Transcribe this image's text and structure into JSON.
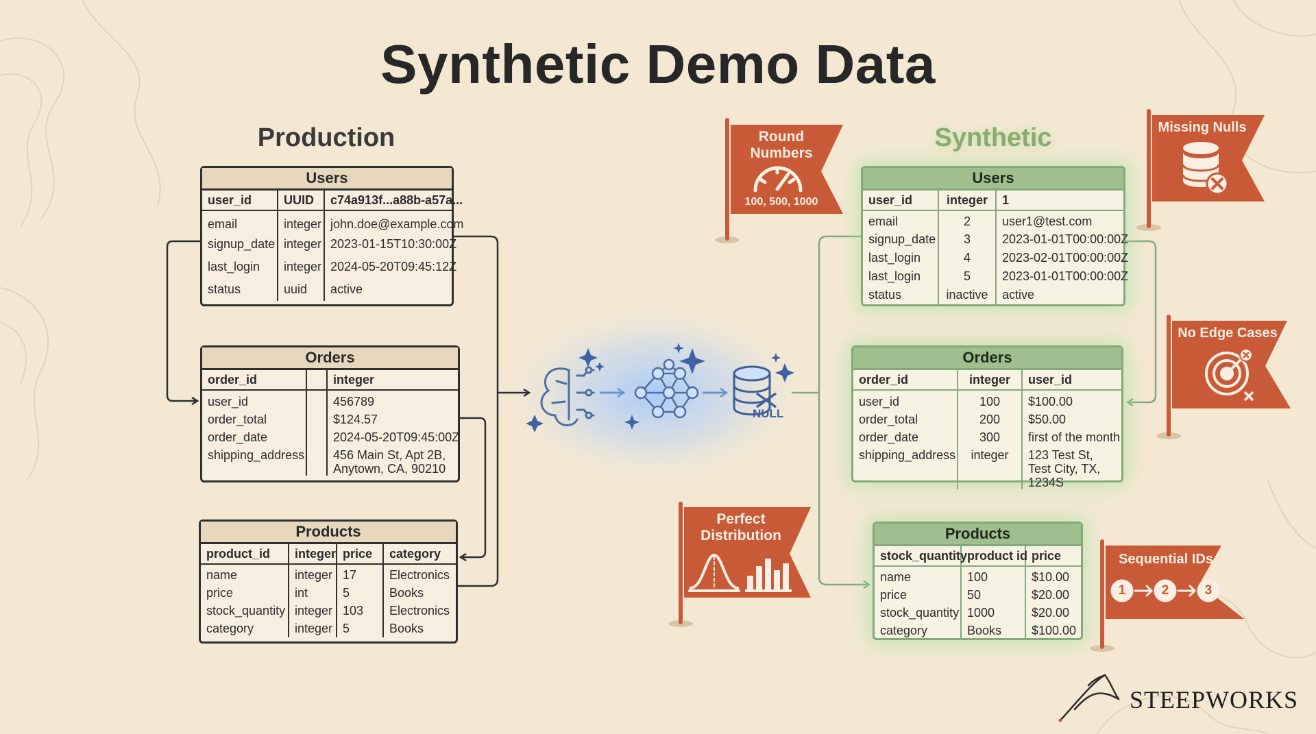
{
  "title": "Synthetic Demo Data",
  "production": {
    "title": "Production",
    "users": {
      "title": "Users",
      "header": [
        "user_id",
        "UUID",
        "c74a913f...a88b-a57a..."
      ],
      "rows": [
        [
          "email",
          "integer",
          "john.doe@example.com"
        ],
        [
          "signup_date",
          "integer",
          "2023-01-15T10:30:00Z"
        ],
        [
          "last_login",
          "integer",
          "2024-05-20T09:45:12Z"
        ],
        [
          "status",
          "uuid",
          "active"
        ]
      ]
    },
    "orders": {
      "title": "Orders",
      "header": [
        "order_id",
        "",
        "integer"
      ],
      "rows": [
        [
          "user_id",
          "",
          "456789"
        ],
        [
          "order_total",
          "",
          "$124.57"
        ],
        [
          "order_date",
          "",
          "2024-05-20T09:45:00Z"
        ],
        [
          "shipping_address",
          "",
          "456 Main St, Apt 2B, Anytown, CA, 90210"
        ]
      ]
    },
    "products": {
      "title": "Products",
      "header": [
        "product_id",
        "integer",
        "price",
        "category"
      ],
      "rows": [
        [
          "name",
          "integer",
          "17",
          "Electronics"
        ],
        [
          "price",
          "int",
          "5",
          "Books"
        ],
        [
          "stock_quantity",
          "integer",
          "103",
          "Electronics"
        ],
        [
          "category",
          "integer",
          "5",
          "Books"
        ]
      ]
    }
  },
  "synthetic": {
    "title": "Synthetic",
    "users": {
      "title": "Users",
      "header": [
        "user_id",
        "integer",
        "1"
      ],
      "rows": [
        [
          "email",
          "2",
          "user1@test.com"
        ],
        [
          "signup_date",
          "3",
          "2023-01-01T00:00:00Z"
        ],
        [
          "last_login",
          "4",
          "2023-02-01T00:00:00Z"
        ],
        [
          "last_login",
          "5",
          "2023-01-01T00:00:00Z"
        ],
        [
          "status",
          "inactive",
          "active"
        ]
      ]
    },
    "orders": {
      "title": "Orders",
      "header": [
        "order_id",
        "integer",
        "user_id"
      ],
      "rows": [
        [
          "user_id",
          "100",
          "$100.00"
        ],
        [
          "order_total",
          "200",
          "$50.00"
        ],
        [
          "order_date",
          "300",
          "first of the month"
        ],
        [
          "shipping_address",
          "integer",
          "123 Test St, Test City, TX, 1234S"
        ]
      ]
    },
    "products": {
      "title": "Products",
      "header": [
        "stock_quantity",
        "product id",
        "price"
      ],
      "rows": [
        [
          "name",
          "100",
          "$10.00"
        ],
        [
          "price",
          "50",
          "$20.00"
        ],
        [
          "stock_quantity",
          "1000",
          "$20.00"
        ],
        [
          "category",
          "Books",
          "$100.00"
        ]
      ]
    }
  },
  "flags": {
    "round_numbers": {
      "line1": "Round",
      "line2": "Numbers",
      "sub": "100, 500, 1000"
    },
    "missing_nulls": {
      "label": "Missing Nulls"
    },
    "no_edge_cases": {
      "label": "No Edge Cases"
    },
    "perfect_distribution": {
      "line1": "Perfect",
      "line2": "Distribution"
    },
    "sequential_ids": {
      "label": "Sequential IDs",
      "steps": [
        "1",
        "2",
        "3"
      ]
    }
  },
  "pipeline": {
    "null_label": "NULL"
  },
  "brand": {
    "name": "STEEPWORKS"
  },
  "colors": {
    "flag": "#c85a38",
    "synthetic_green": "#86a87d",
    "glow": "#9cc4ff"
  }
}
